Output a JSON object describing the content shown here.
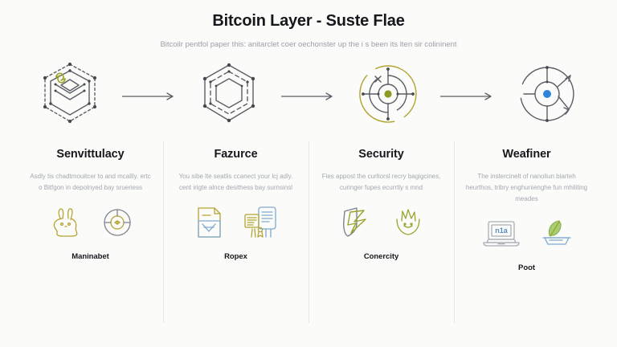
{
  "poster": {
    "title": "Bitcoin Layer - Suste Flae",
    "subtitle": "Bitcoilr pentfol paper this: anitarclet coer oechonster up the i s been its lten sir colininent",
    "background_color": "#fbfbfa",
    "accent_colors": {
      "olive": "#9aa32a",
      "blue": "#2f86d8",
      "dark": "#5b5f66",
      "divider": "#e7e7e4",
      "title": "#16181c",
      "body_text": "#a2a8ae"
    }
  },
  "flow": {
    "nodes": [
      {
        "icon": "layered-hexagon-link-icon"
      },
      {
        "icon": "nested-hexagon-icon"
      },
      {
        "icon": "radar-target-icon"
      },
      {
        "icon": "network-hub-icon"
      }
    ],
    "arrow_icon": "arrow-right-icon"
  },
  "columns": [
    {
      "heading": "Senvittulacy",
      "body": "Asdly tis chadtmouitcer to and mcallly. ertc o Bitfgon in depolnyed bay srueriess",
      "icons": [
        "rabbit-outline-icon",
        "pie-chart-circle-icon"
      ],
      "footer": "Maninabet"
    },
    {
      "heading": "Fazurce",
      "body": "You sibe lte seatlis ccanect your lcj adly. cent irigte alnce desithess bay surnsinsl",
      "icons": [
        "document-fold-icon",
        "certificate-stack-icon"
      ],
      "footer": "Ropex"
    },
    {
      "heading": "Security",
      "body": "Fies appost the curltorsl recry bagigcines, curinger fupes ecurrtly s mnd",
      "icons": [
        "shield-bolt-icon",
        "leaf-shield-icon"
      ],
      "footer": "Conercity"
    },
    {
      "heading": "Weafiner",
      "body": "The instercinelt of nanoliun biarteh heurthos, tribry enghunienghe fun mhiliting meades",
      "icons": [
        "laptop-screen-icon",
        "leaf-bowl-icon"
      ],
      "footer": "Poot"
    }
  ],
  "laptop_screen_text": "n1a"
}
